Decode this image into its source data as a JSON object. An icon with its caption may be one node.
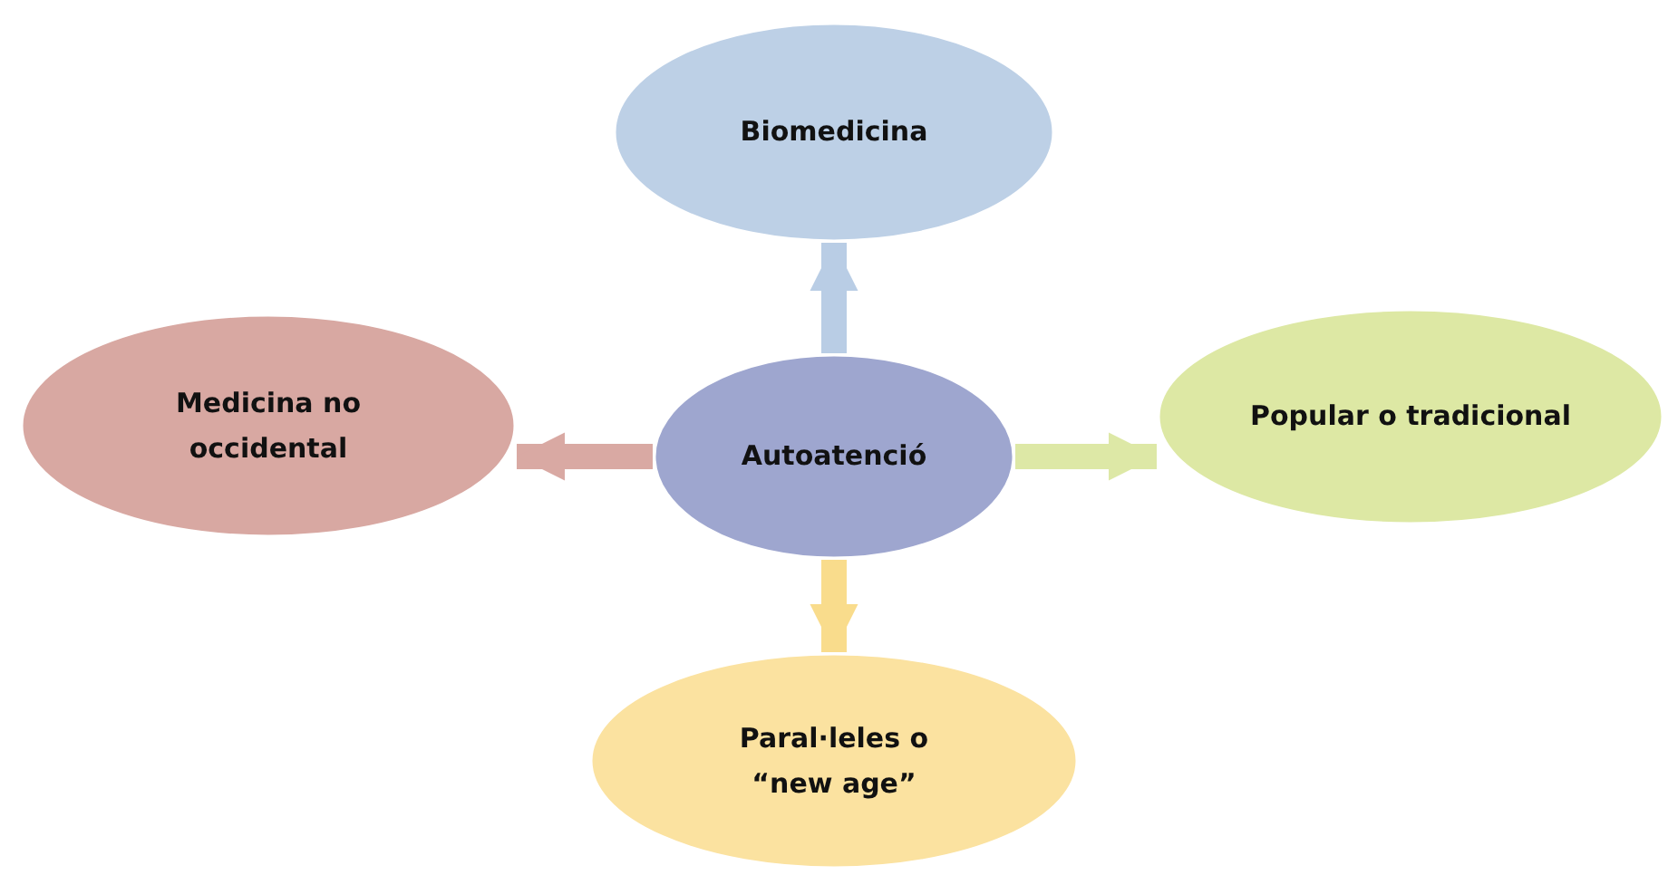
{
  "diagram": {
    "nodes": [
      {
        "text": [
          "Biomedicina"
        ]
      },
      {
        "text": [
          "Medicina no occidental"
        ]
      },
      {
        "text": [
          "Autoatenció"
        ]
      },
      {
        "text": [
          "Popular o tradicional"
        ]
      },
      {
        "text": [
          "Paral·leles o “new age”"
        ]
      }
    ],
    "edges": [
      {
        "from": 2,
        "to": 0,
        "arrow": "to",
        "color": "#b9cde5"
      },
      {
        "from": 2,
        "to": 1,
        "arrow": "to",
        "color": "#d9a9a3"
      },
      {
        "from": 2,
        "to": 3,
        "arrow": "to",
        "color": "#dde8a6"
      },
      {
        "from": 2,
        "to": 4,
        "arrow": "to",
        "color": "#f9dc8c"
      }
    ]
  }
}
